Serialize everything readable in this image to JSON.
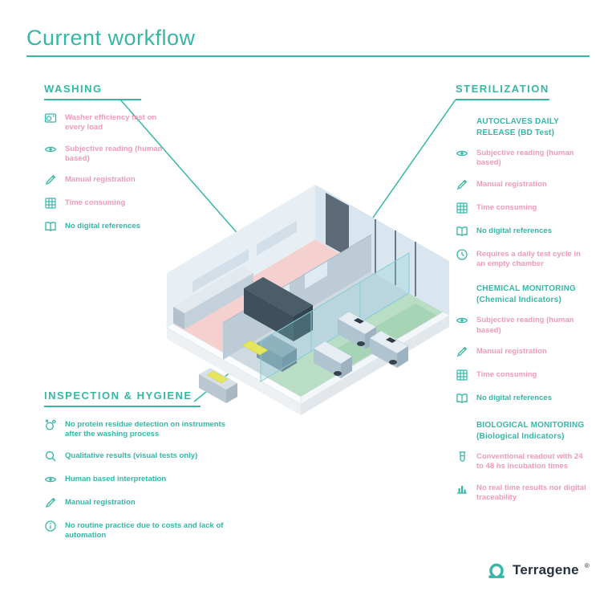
{
  "title": "Current workflow",
  "colors": {
    "teal": "#36b7a6",
    "pink": "#f09ab8",
    "dark": "#25313f"
  },
  "washing": {
    "title": "WASHING",
    "items": [
      {
        "icon": "washer",
        "tone": "pink",
        "text": "Washer efficiency test on every load"
      },
      {
        "icon": "eye",
        "tone": "pink",
        "text": "Subjective reading (human based)"
      },
      {
        "icon": "pencil",
        "tone": "pink",
        "text": "Manual registration"
      },
      {
        "icon": "grid",
        "tone": "pink",
        "text": "Time consuming"
      },
      {
        "icon": "book",
        "tone": "teal",
        "text": "No digital references"
      }
    ]
  },
  "sterilization": {
    "title": "STERILIZATION",
    "groups": [
      {
        "title": "AUTOCLAVES DAILY RELEASE (BD Test)",
        "items": [
          {
            "icon": "eye",
            "tone": "pink",
            "text": "Subjective reading (human based)"
          },
          {
            "icon": "pencil",
            "tone": "pink",
            "text": "Manual registration"
          },
          {
            "icon": "grid",
            "tone": "pink",
            "text": "Time consuming"
          },
          {
            "icon": "book",
            "tone": "teal",
            "text": "No digital references"
          },
          {
            "icon": "clock",
            "tone": "pink",
            "text": "Requires a daily test cycle in an empty chamber"
          }
        ]
      },
      {
        "title": "CHEMICAL MONITORING (Chemical Indicators)",
        "items": [
          {
            "icon": "eye",
            "tone": "pink",
            "text": "Subjective reading (human based)"
          },
          {
            "icon": "pencil",
            "tone": "pink",
            "text": "Manual registration"
          },
          {
            "icon": "grid",
            "tone": "pink",
            "text": "Time consuming"
          },
          {
            "icon": "book",
            "tone": "teal",
            "text": "No digital references"
          }
        ]
      },
      {
        "title": "BIOLOGICAL MONITORING (Biological Indicators)",
        "items": [
          {
            "icon": "vial",
            "tone": "pink",
            "text": "Conventional readout with 24 to 48 hs incubation times"
          },
          {
            "icon": "chart",
            "tone": "pink",
            "text": "No real time results nor digital traceability"
          }
        ]
      }
    ]
  },
  "inspection": {
    "title": "INSPECTION & HYGIENE",
    "items": [
      {
        "icon": "molecule",
        "tone": "teal",
        "text": "No protein residue detection on instruments after the washing process"
      },
      {
        "icon": "search",
        "tone": "teal",
        "text": "Qualitative results (visual tests only)"
      },
      {
        "icon": "eye",
        "tone": "teal",
        "text": "Human based interpretation"
      },
      {
        "icon": "pencil",
        "tone": "teal",
        "text": "Manual registration"
      },
      {
        "icon": "info",
        "tone": "teal",
        "text": "No routine practice due to costs and lack of automation"
      }
    ]
  },
  "logo": {
    "brand": "Terragene",
    "registered": "®"
  }
}
